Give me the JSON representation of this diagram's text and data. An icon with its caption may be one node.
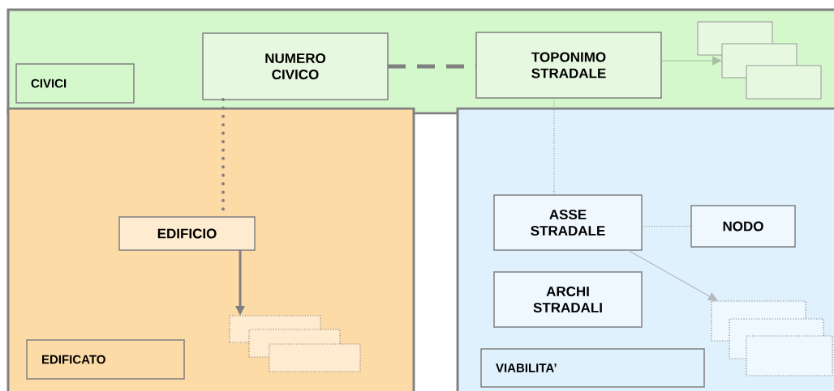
{
  "diagram": {
    "nodes": [
      {
        "text": [
          "CIVICI"
        ]
      },
      {
        "text": [
          "NUMERO CIVICO"
        ],
        "in": 0
      },
      {
        "text": [
          "TOPONIMO STRADALE"
        ],
        "in": 0
      },
      {
        "text": [],
        "shape": "box",
        "in": 0
      },
      {
        "text": [],
        "shape": "box",
        "in": 0
      },
      {
        "text": [],
        "shape": "box",
        "in": 0
      },
      {
        "text": [
          "EDIFICATO"
        ]
      },
      {
        "text": [
          "EDIFICIO"
        ],
        "in": 6
      },
      {
        "text": [],
        "shape": "box",
        "in": 6
      },
      {
        "text": [],
        "shape": "box",
        "in": 6
      },
      {
        "text": [],
        "shape": "box",
        "in": 6
      },
      {
        "text": [
          "VIABILITA’"
        ]
      },
      {
        "text": [
          "ASSE STRADALE"
        ],
        "in": 11
      },
      {
        "text": [
          "NODO"
        ],
        "in": 11
      },
      {
        "text": [
          "ARCHI STRADALI"
        ],
        "in": 11
      },
      {
        "text": [],
        "shape": "box",
        "in": 11
      },
      {
        "text": [],
        "shape": "box",
        "in": 11
      },
      {
        "text": [],
        "shape": "box",
        "in": 11
      }
    ],
    "edges": [
      {
        "from": 1,
        "to": 2,
        "arrow": "none",
        "style": "dashed"
      },
      {
        "from": 2,
        "to": 4,
        "arrow": "to",
        "color": "#a9bfa6"
      },
      {
        "from": 1,
        "to": 7,
        "arrow": "none",
        "style": "dashed"
      },
      {
        "from": 7,
        "to": 8,
        "arrow": "to",
        "style": "thick"
      },
      {
        "from": 2,
        "to": 12,
        "arrow": "none",
        "style": "dashed"
      },
      {
        "from": 12,
        "to": 13,
        "arrow": "none",
        "style": "dashed"
      },
      {
        "from": 12,
        "to": 15,
        "arrow": "to",
        "color": "#b3b8bc"
      }
    ]
  }
}
